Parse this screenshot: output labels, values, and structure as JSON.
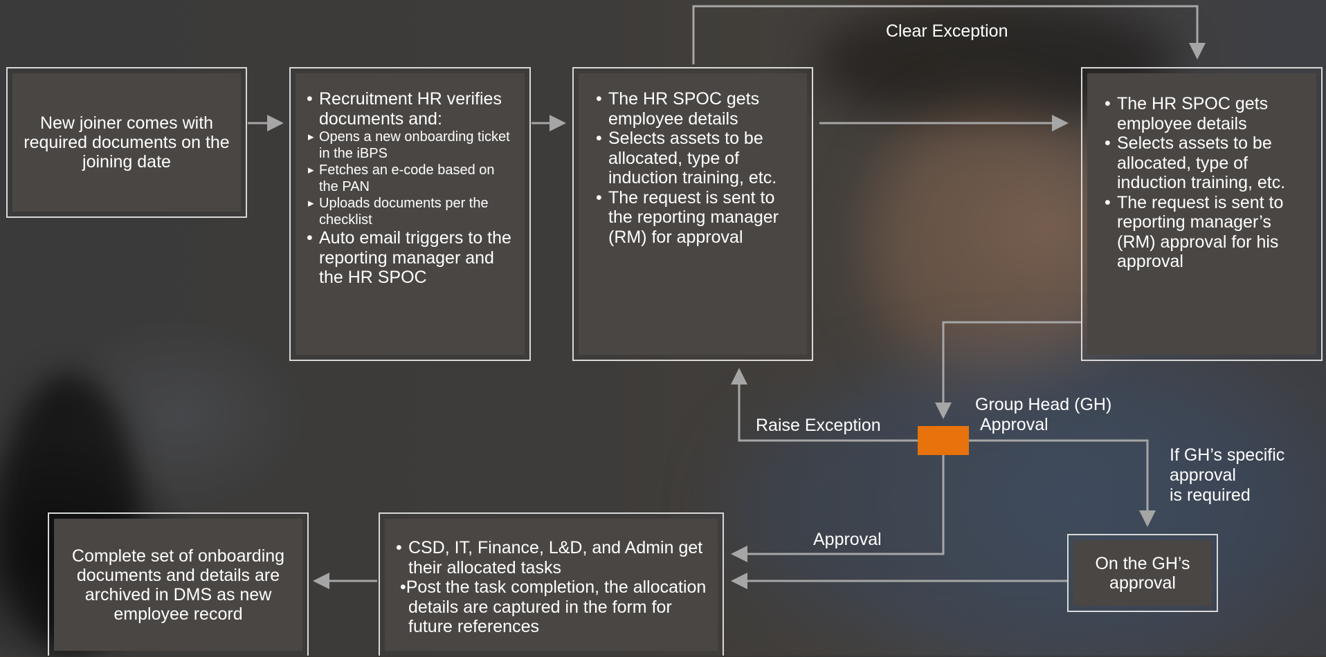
{
  "diagram": {
    "boxes": {
      "new_joiner": {
        "text": "New joiner comes with required documents on the joining date"
      },
      "recruitment_hr": {
        "bullet_1": "Recruitment HR verifies documents and:",
        "sub_items": [
          "Opens a new onboarding ticket in the iBPS",
          "Fetches an e-code based on the PAN",
          " Uploads documents per the checklist"
        ],
        "bullet_2": "Auto email triggers to the reporting manager and the HR SPOC"
      },
      "hr_spoc_1": {
        "items": [
          "The HR  SPOC gets employee details",
          "Selects assets to be allocated, type of induction training, etc.",
          "The request is sent to the reporting manager (RM) for approval"
        ]
      },
      "hr_spoc_2": {
        "items": [
          "The HR  SPOC gets employee details",
          "Selects assets to be allocated, type of induction training, etc.",
          "The request is sent to reporting manager’s (RM) approval for his approval"
        ]
      },
      "gh_approval": {
        "text": "On the GH’s approval"
      },
      "tasks": {
        "bullet_1": "CSD, IT, Finance, L&D, and Admin get their allocated tasks",
        "bullet_2": "•Post the task completion, the allocation details are captured in the form for future references"
      },
      "archive": {
        "text": "Complete set of onboarding documents and details are archived in DMS as new employee record"
      }
    },
    "labels": {
      "clear_exception": "Clear Exception",
      "raise_exception": "Raise Exception",
      "group_head_line1": "Group Head (GH)",
      "group_head_line2": "Approval",
      "gh_specific_line1": "If GH’s specific",
      "gh_specific_line2": "approval",
      "gh_specific_line3": "is required",
      "approval": "Approval"
    },
    "colors": {
      "connector": "#a6a6a6",
      "box_border": "#d9d9d9",
      "box_fill": "#4a4643",
      "decision_node": "#e8720c"
    },
    "icons": [
      "bullet-dot",
      "triangle-right-sub-bullet",
      "arrowhead"
    ]
  }
}
